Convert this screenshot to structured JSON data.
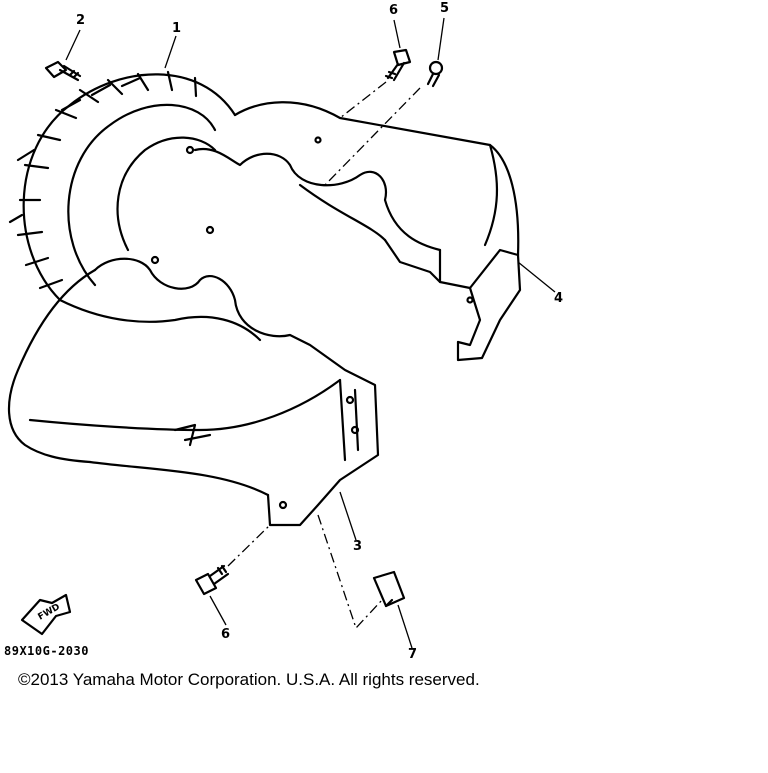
{
  "diagram": {
    "callouts": [
      {
        "id": "1",
        "label": "1"
      },
      {
        "id": "2",
        "label": "2"
      },
      {
        "id": "3",
        "label": "3"
      },
      {
        "id": "4",
        "label": "4"
      },
      {
        "id": "5",
        "label": "5"
      },
      {
        "id": "6a",
        "label": "6"
      },
      {
        "id": "6b",
        "label": "6"
      },
      {
        "id": "7",
        "label": "7"
      }
    ],
    "fwd_label": "FWD",
    "part_number": "89X10G-2030",
    "copyright": "©2013 Yamaha Motor Corporation. U.S.A. All rights reserved."
  }
}
